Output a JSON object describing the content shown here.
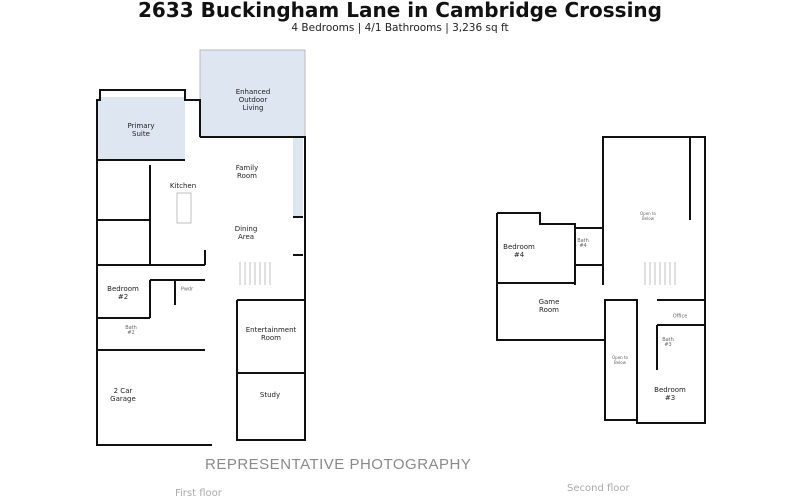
{
  "header": {
    "title": "2633 Buckingham Lane in Cambridge Crossing",
    "subtitle": "4 Bedrooms | 4/1 Bathrooms | 3,236 sq ft"
  },
  "first_floor": {
    "caption": "First floor",
    "rooms": {
      "outdoor": "Enhanced\nOutdoor\nLiving",
      "primary": "Primary\nSuite",
      "kitchen": "Kitchen",
      "family": "Family\nRoom",
      "dining": "Dining\nArea",
      "bedroom2": "Bedroom\n#2",
      "pwdr": "Pwdr",
      "bath2": "Bath\n#2",
      "entertainment": "Entertainment\nRoom",
      "study": "Study",
      "garage": "2 Car\nGarage"
    }
  },
  "second_floor": {
    "caption": "Second floor",
    "rooms": {
      "open1": "Open to\nBelow",
      "bedroom4": "Bedroom\n#4",
      "bath4": "Bath\n#4",
      "game": "Game\nRoom",
      "open2": "Open to\nBelow",
      "office": "Office",
      "bath3": "Bath\n#3",
      "bedroom3": "Bedroom\n#3"
    }
  },
  "watermark": "REPRESENTATIVE PHOTOGRAPHY",
  "colors": {
    "highlight": "#dde6f1",
    "wall": "#111111"
  }
}
